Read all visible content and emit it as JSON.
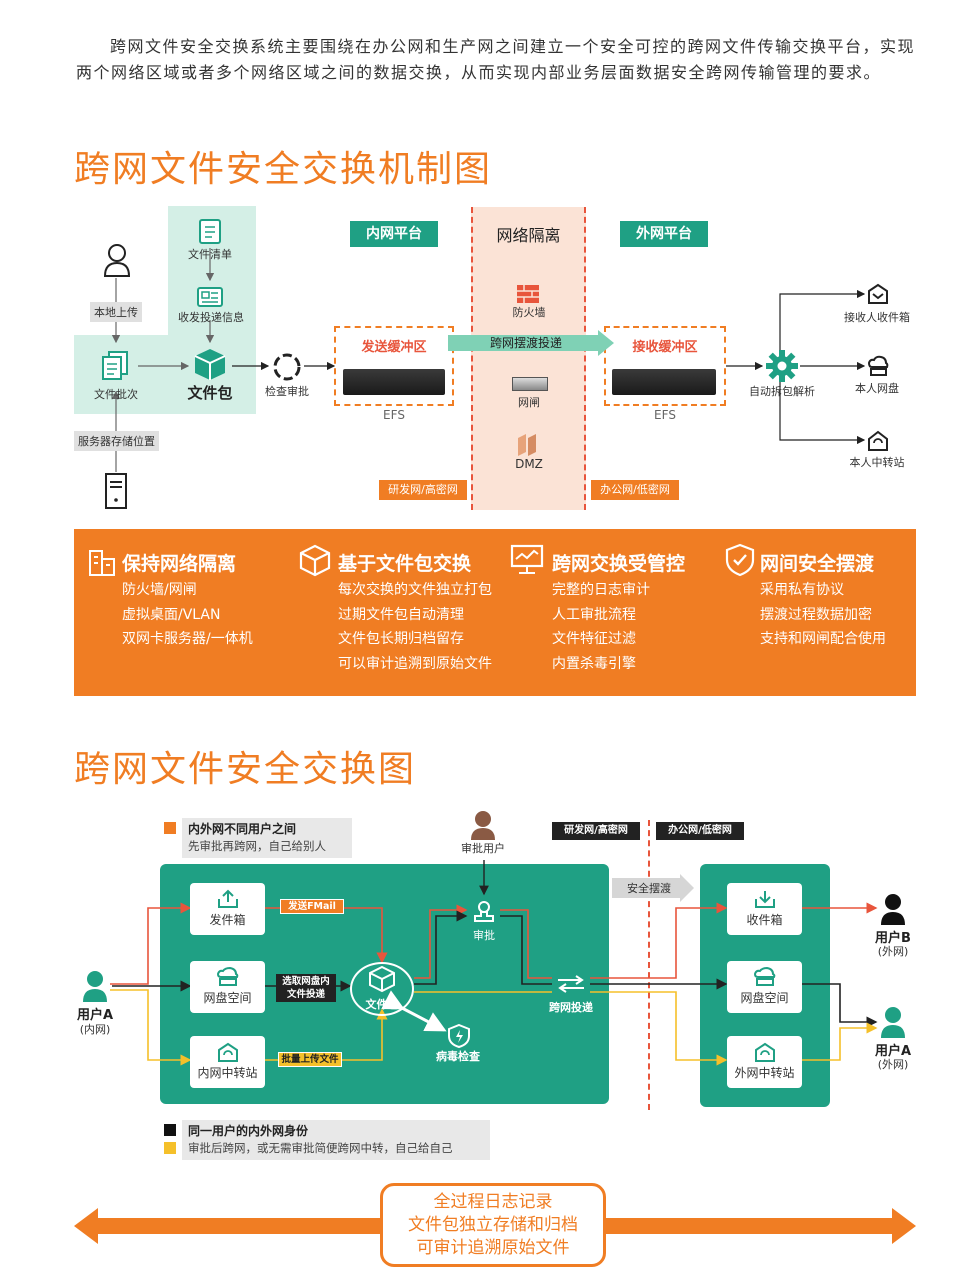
{
  "intro": "跨网文件安全交换系统主要围绕在办公网和生产网之间建立一个安全可控的跨网文件传输交换平台，实现两个网络区域或者多个网络区域之间的数据交换，从而实现内部业务层面数据安全跨网传输管理的要求。",
  "section1": {
    "title": "跨网文件安全交换机制图",
    "left": {
      "file_list": "文件清单",
      "send_info": "收发投递信息",
      "local_upload": "本地上传",
      "file_batch": "文件批次",
      "file_package": "文件包",
      "server_storage": "服务器存储位置",
      "check_approve": "检查审批"
    },
    "inner_platform": "内网平台",
    "isolation": "网络隔离",
    "outer_platform": "外网平台",
    "send_buffer": "发送缓冲区",
    "recv_buffer": "接收缓冲区",
    "efs_left": "EFS",
    "efs_right": "EFS",
    "ferry": "跨网摆渡投递",
    "firewall": "防火墙",
    "gateway": "网闸",
    "dmz": "DMZ",
    "net_left": "研发网/高密网",
    "net_right": "办公网/低密网",
    "auto_parse": "自动拆包解析",
    "outputs": [
      "接收人收件箱",
      "本人网盘",
      "本人中转站"
    ]
  },
  "features": [
    {
      "title": "保持网络隔离",
      "items": [
        "防火墙/网闸",
        "虚拟桌面/VLAN",
        "双网卡服务器/一体机"
      ],
      "icon": "building-icon"
    },
    {
      "title": "基于文件包交换",
      "items": [
        "每次交换的文件独立打包",
        "过期文件包自动清理",
        "文件包长期归档留存",
        "可以审计追溯到原始文件"
      ],
      "icon": "package-icon"
    },
    {
      "title": "跨网交换受管控",
      "items": [
        "完整的日志审计",
        "人工审批流程",
        "文件特征过滤",
        "内置杀毒引擎"
      ],
      "icon": "monitor-icon"
    },
    {
      "title": "网间安全摆渡",
      "items": [
        "采用私有协议",
        "摆渡过程数据加密",
        "支持和网闸配合使用"
      ],
      "icon": "shield-check-icon"
    }
  ],
  "section2": {
    "title": "跨网文件安全交换图",
    "legend1_title": "内外网不同用户之间",
    "legend1_desc": "先审批再跨网，自己给别人",
    "legend2_title": "同一用户的内外网身份",
    "legend2_desc": "审批后跨网，或无需审批简便跨网中转，自己给自己",
    "approver": "审批用户",
    "net_left": "研发网/高密网",
    "net_right": "办公网/低密网",
    "safe_ferry": "安全摆渡",
    "user_a_left": "用户A",
    "user_a_left_net": "(内网)",
    "left_cards": [
      "发件箱",
      "网盘空间",
      "内网中转站"
    ],
    "tag_fmail": "发送FMail",
    "tag_select": "选取网盘内\n文件投递",
    "tag_batch": "批量上传文件",
    "file_package": "文件包",
    "approve": "审批",
    "virus": "病毒检查",
    "cross_deliver": "跨网投递",
    "right_cards": [
      "收件箱",
      "网盘空间",
      "外网中转站"
    ],
    "user_b": "用户B",
    "user_b_net": "(外网)",
    "user_a_right": "用户A",
    "user_a_right_net": "(外网)",
    "bottom_lines": [
      "全过程日志记录",
      "文件包独立存储和归档",
      "可审计追溯原始文件"
    ]
  },
  "colors": {
    "orange": "#f07d23",
    "teal": "#1fa084",
    "light_teal": "#d4efe6",
    "pink": "#fbe3d6",
    "red": "#e8553c",
    "yellow": "#f5c02a"
  }
}
